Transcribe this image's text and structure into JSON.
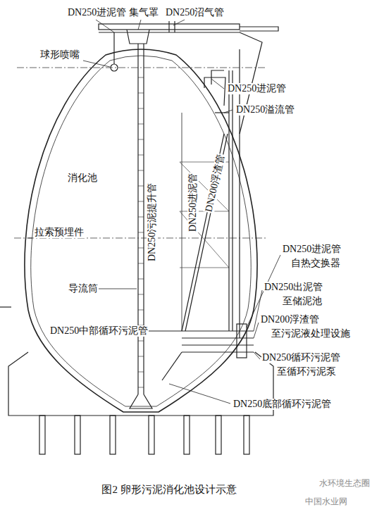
{
  "diagram": {
    "caption": "图2 卵形污泥消化池设计示意",
    "labels": [
      "DN250进泥管",
      "集气罩",
      "DN250沼气管",
      "球形喷嘴",
      "DN250进泥管",
      "DN250溢流管",
      "消化池",
      "拉索预埋件",
      "DN250污泥提升管",
      "DN250进泥管",
      "DN200浮渣管",
      "导流筒",
      "DN250进泥管",
      "自热交换器",
      "DN250出泥管",
      "至储泥池",
      "DN250中部循环污泥管",
      "DN200浮渣管",
      "至污泥液处理设施",
      "DN250循环污泥管",
      "至循环污泥泵",
      "DN250底部循环污泥管",
      "水环境生态圈",
      "中国水业网"
    ]
  }
}
